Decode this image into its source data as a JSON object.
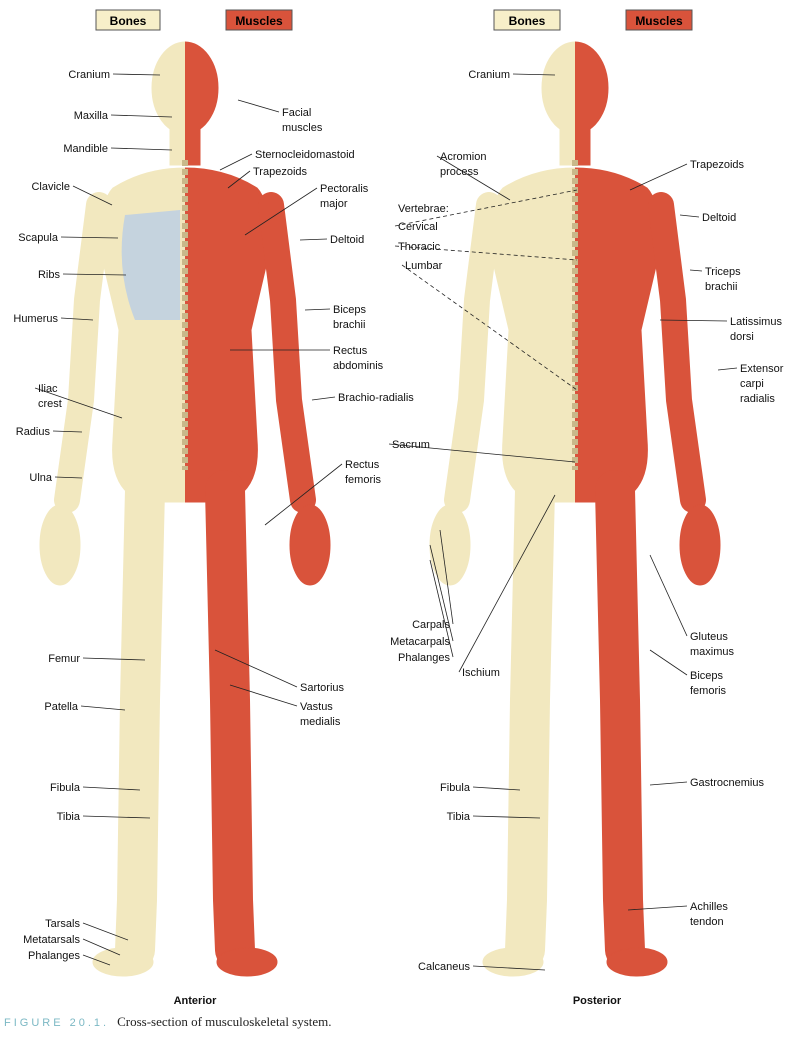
{
  "colors": {
    "bone": "#f2e8bf",
    "bone_outline": "#c9b98a",
    "muscle": "#d9533b",
    "muscle_dark": "#b8402c",
    "header_bone_bg": "#f7efc9",
    "header_muscle_bg": "#d9533b",
    "rib_blue": "#b9cde6"
  },
  "anterior": {
    "header_bones": "Bones",
    "header_muscles": "Muscles",
    "view_label": "Anterior",
    "bone_labels": [
      "Cranium",
      "Maxilla",
      "Mandible",
      "Clavicle",
      "Scapula",
      "Ribs",
      "Humerus",
      "Iliac crest",
      "Radius",
      "Ulna",
      "Femur",
      "Patella",
      "Fibula",
      "Tibia",
      "Tarsals",
      "Metatarsals",
      "Phalanges"
    ],
    "muscle_labels": [
      "Facial muscles",
      "Sternocleidomastoid",
      "Trapezoids",
      "Pectoralis major",
      "Deltoid",
      "Biceps brachii",
      "Rectus abdominis",
      "Brachio-radialis",
      "Rectus femoris",
      "Sartorius",
      "Vastus medialis"
    ]
  },
  "posterior": {
    "header_bones": "Bones",
    "header_muscles": "Muscles",
    "view_label": "Posterior",
    "bone_labels": [
      "Cranium",
      "Acromion process",
      "Vertebrae:",
      "Cervical",
      "Thoracic",
      "Lumbar",
      "Sacrum",
      "Carpals",
      "Metacarpals",
      "Phalanges",
      "Ischium",
      "Fibula",
      "Tibia",
      "Calcaneus"
    ],
    "muscle_labels": [
      "Trapezoids",
      "Deltoid",
      "Triceps brachii",
      "Latissimus dorsi",
      "Extensor carpi radialis",
      "Gluteus maximus",
      "Biceps femoris",
      "Gastrocnemius",
      "Achilles tendon"
    ]
  },
  "caption": {
    "figure": "FIGURE 20.1.",
    "text": "Cross-section of musculoskeletal system."
  }
}
